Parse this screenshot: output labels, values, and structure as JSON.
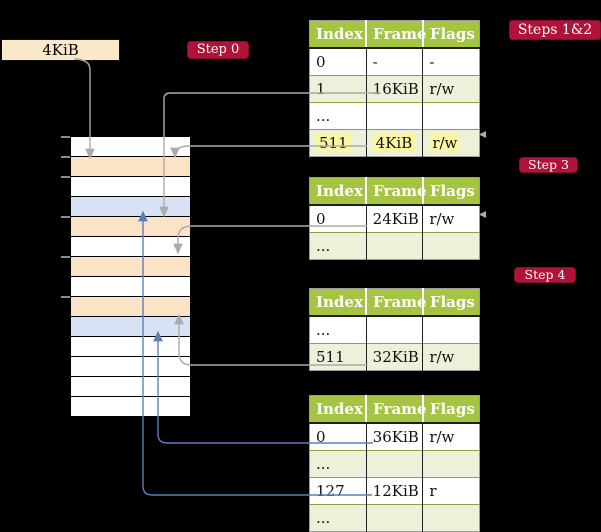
{
  "labels": {
    "frame_size_box": "4KiB",
    "step0": "Step 0",
    "steps12": "Steps 1&2",
    "step3": "Step 3",
    "step4": "Step 4"
  },
  "colors": {
    "crimson": "#B01339",
    "header_green": "#A4C442",
    "row_tint": "#ECF1DA",
    "highlight_yellow": "#FCF6A3",
    "frame_peach": "#FBE3C6",
    "frame_blue": "#D7E3F4",
    "line_gray": "#ABABAB",
    "line_blue": "#5D7DB8",
    "box_cream": "#FAE9C8",
    "border_olive": "#8CA33B",
    "tick_gray": "#8A8A8A"
  },
  "memory": {
    "frame_colors": [
      "white",
      "peach",
      "white",
      "blue",
      "peach",
      "white",
      "peach",
      "white",
      "peach",
      "blue",
      "white",
      "white",
      "white",
      "white"
    ]
  },
  "tables": [
    {
      "headers": [
        "Index",
        "Frame",
        "Flags"
      ],
      "rows": [
        {
          "cells": [
            "0",
            "-",
            "-"
          ],
          "tint": false,
          "highlight": false
        },
        {
          "cells": [
            "1",
            "16KiB",
            "r/w"
          ],
          "tint": true,
          "highlight": false
        },
        {
          "cells": [
            "...",
            "",
            ""
          ],
          "tint": false,
          "highlight": false
        },
        {
          "cells": [
            "511",
            "4KiB",
            "r/w"
          ],
          "tint": true,
          "highlight": true
        }
      ]
    },
    {
      "headers": [
        "Index",
        "Frame",
        "Flags"
      ],
      "rows": [
        {
          "cells": [
            "0",
            "24KiB",
            "r/w"
          ],
          "tint": false,
          "highlight": false
        },
        {
          "cells": [
            "...",
            "",
            ""
          ],
          "tint": true,
          "highlight": false
        }
      ]
    },
    {
      "headers": [
        "Index",
        "Frame",
        "Flags"
      ],
      "rows": [
        {
          "cells": [
            "...",
            "",
            ""
          ],
          "tint": false,
          "highlight": false
        },
        {
          "cells": [
            "511",
            "32KiB",
            "r/w"
          ],
          "tint": true,
          "highlight": false
        }
      ]
    },
    {
      "headers": [
        "Index",
        "Frame",
        "Flags"
      ],
      "rows": [
        {
          "cells": [
            "0",
            "36KiB",
            "r/w"
          ],
          "tint": false,
          "highlight": false
        },
        {
          "cells": [
            "...",
            "",
            ""
          ],
          "tint": true,
          "highlight": false
        },
        {
          "cells": [
            "127",
            "12KiB",
            "r"
          ],
          "tint": false,
          "highlight": false
        },
        {
          "cells": [
            "...",
            "",
            ""
          ],
          "tint": true,
          "highlight": false
        }
      ]
    }
  ]
}
